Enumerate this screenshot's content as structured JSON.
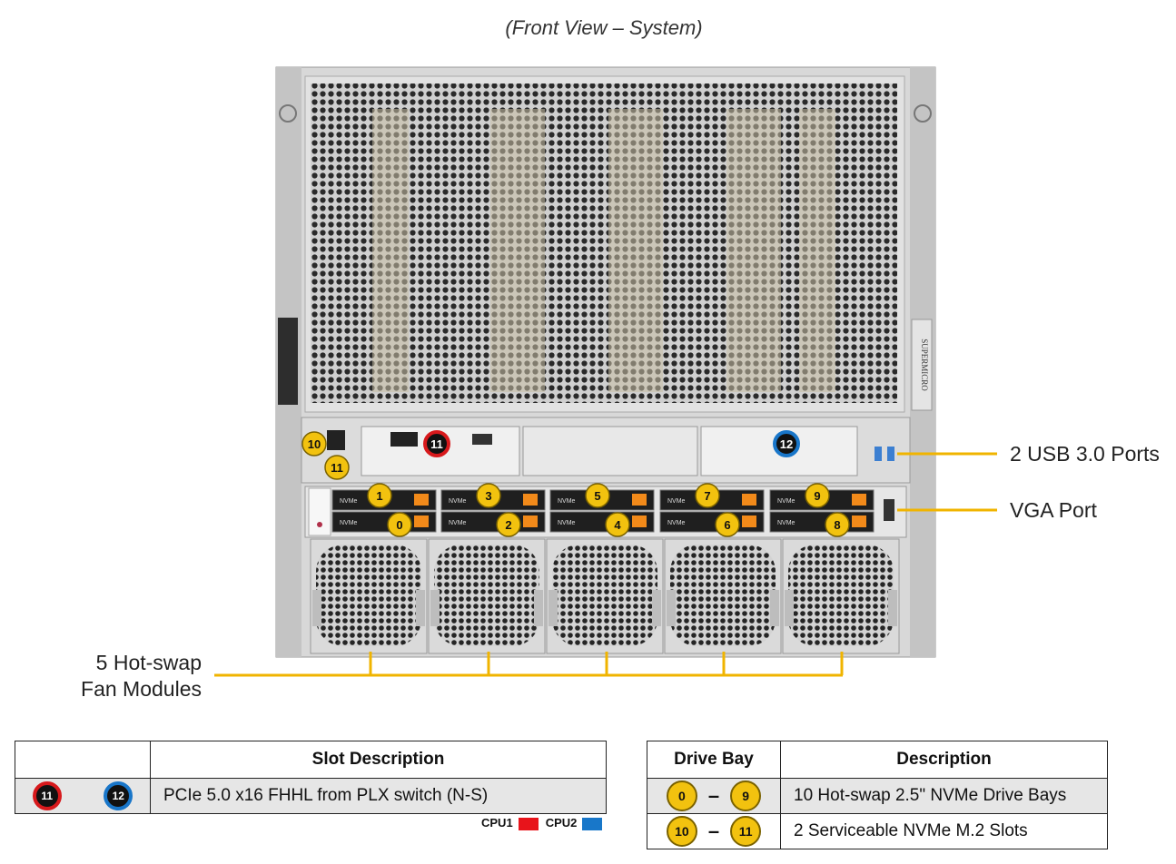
{
  "title": "(Front View – System)",
  "callouts": {
    "usb": "2 USB 3.0 Ports",
    "vga": "VGA Port",
    "fans_line1": "5 Hot-swap",
    "fans_line2": "Fan Modules"
  },
  "chassis": {
    "brand": "SUPERMICRO",
    "nvme_tag": "NVMe",
    "top_drive_numbers": [
      "1",
      "3",
      "5",
      "7",
      "9"
    ],
    "bottom_drive_numbers": [
      "0",
      "2",
      "4",
      "6",
      "8"
    ],
    "m2_numbers": [
      "10",
      "11"
    ],
    "slot_red": "11",
    "slot_blue": "12"
  },
  "slot_table": {
    "header": "Slot Description",
    "badge_red": "11",
    "badge_blue": "12",
    "row_text": "PCIe 5.0 x16 FHHL from PLX switch (N-S)",
    "legend_cpu1": "CPU1",
    "legend_cpu2": "CPU2",
    "cpu1_color": "#e8141b",
    "cpu2_color": "#1877c9"
  },
  "drive_table": {
    "header_bay": "Drive Bay",
    "header_desc": "Description",
    "rows": [
      {
        "from": "0",
        "to": "9",
        "text": "10 Hot-swap 2.5\" NVMe Drive Bays"
      },
      {
        "from": "10",
        "to": "11",
        "text": "2 Serviceable NVMe M.2 Slots"
      }
    ]
  },
  "colors": {
    "callout_line": "#f0b400",
    "badge_gold": "#f2c20f",
    "badge_red_ring": "#d7191c",
    "badge_blue_ring": "#1976c9"
  }
}
